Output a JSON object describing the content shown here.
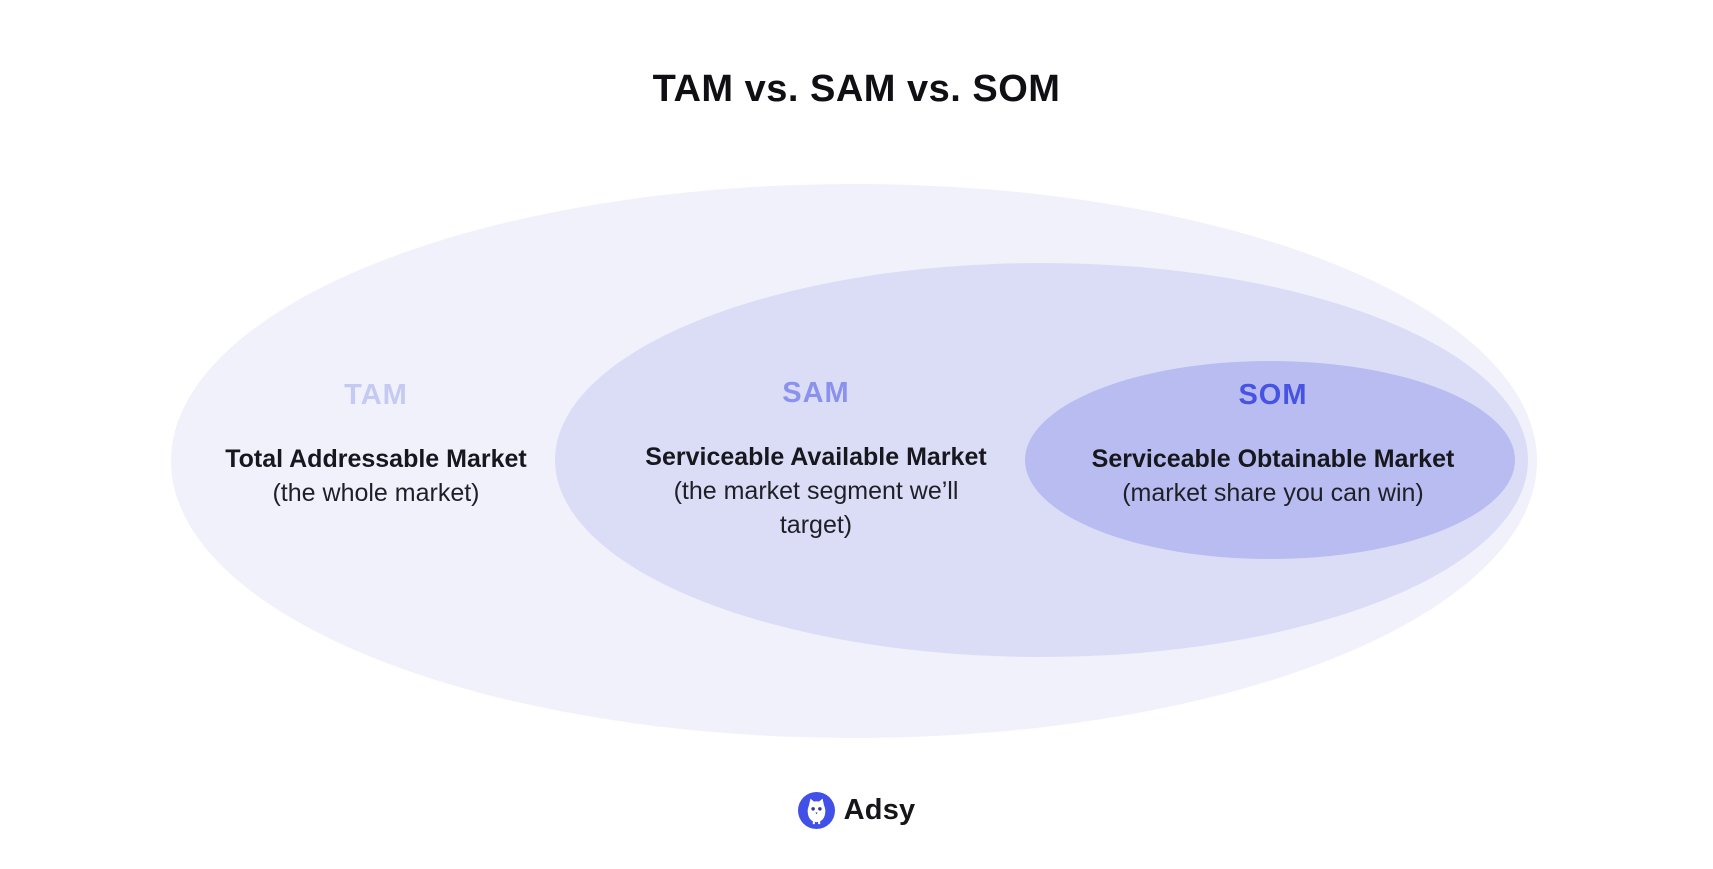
{
  "title": "TAM vs. SAM vs. SOM",
  "diagram": {
    "type": "nested-ellipses",
    "rings": [
      {
        "id": "tam",
        "label": "TAM",
        "name": "Total Addressable Market",
        "desc": "(the whole market)",
        "fill": "#f0f1fb",
        "label_color": "#c5caf2"
      },
      {
        "id": "sam",
        "label": "SAM",
        "name": "Serviceable Available Market",
        "desc": "(the market segment we’ll target)",
        "fill": "#dbddf7",
        "label_color": "#8a92ee"
      },
      {
        "id": "som",
        "label": "SOM",
        "name": "Serviceable Obtainable Market",
        "desc": "(market share you can win)",
        "fill": "#b8bcf0",
        "label_color": "#4653e4"
      }
    ]
  },
  "footer": {
    "brand": "Adsy",
    "logo_icon": "owl-icon",
    "logo_color": "#4150e6",
    "logo_detail_color": "#323b96"
  }
}
